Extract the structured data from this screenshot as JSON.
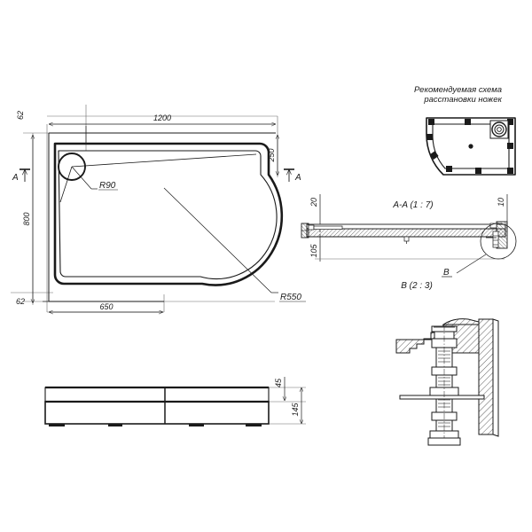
{
  "drawing": {
    "type": "technical-drawing",
    "subject": "asymmetric-shower-tray",
    "background_color": "#ffffff",
    "line_color": "#1a1a1a",
    "thin_line_color": "#555555"
  },
  "plan_view": {
    "name": "plan-view",
    "dimensions": {
      "width_overall": "1200",
      "height_overall": "800",
      "offset_top": "62",
      "offset_bottom": "62",
      "right_straight": "250",
      "bottom_straight": "650"
    },
    "radii": {
      "drain_radius": "R90",
      "main_radius": "R550"
    },
    "section_marks": {
      "left": "A",
      "right": "A"
    }
  },
  "leg_scheme": {
    "name": "leg-placement-scheme",
    "title_line1": "Рекомендуемая схема",
    "title_line2": "расстановки ножек"
  },
  "section_aa": {
    "name": "section-a-a",
    "title": "A-A (1 : 7)",
    "dimensions": {
      "left_thickness": "20",
      "right_thickness": "10",
      "leg_height": "105"
    },
    "detail_callout": "B"
  },
  "detail_b": {
    "name": "detail-b",
    "title": "B (2 : 3)"
  },
  "front_view": {
    "name": "front-elevation",
    "dimensions": {
      "rim_height": "45",
      "total_height": "145"
    }
  }
}
